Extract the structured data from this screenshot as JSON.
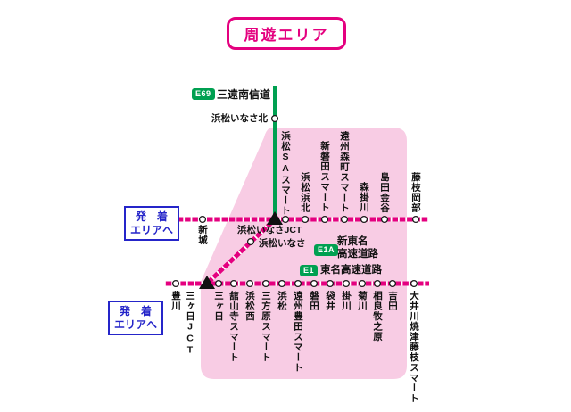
{
  "title": "周遊エリア",
  "colors": {
    "route_magenta": "#e4007f",
    "tour_area_pink": "#f8cce4",
    "road_green": "#00a051",
    "hub_blue": "#2525c9"
  },
  "roads": {
    "sanen": {
      "badge": "E69",
      "name": "三遠南信道"
    },
    "shintomei": {
      "badge": "E1A",
      "name_line1": "新東名",
      "name_line2": "高速道路"
    },
    "tomei": {
      "badge": "E1",
      "name": "東名高速道路"
    }
  },
  "hub": {
    "line1": "発　着",
    "line2": "エリアへ"
  },
  "stations": {
    "sanen": [
      "浜松いなさ北"
    ],
    "shintomei": [
      "新城",
      "浜松いなさJCT",
      "浜松いなさ",
      "浜松SAスマート",
      "浜松浜北",
      "新磐田スマート",
      "遠州森町スマート",
      "森掛川",
      "島田金谷",
      "藤枝岡部"
    ],
    "tomei": [
      "豊川",
      "三ヶ日JCT",
      "三ヶ日",
      "舘山寺スマート",
      "浜松西",
      "三方原スマート",
      "浜松",
      "遠州豊田スマート",
      "磐田",
      "袋井",
      "掛川",
      "菊川",
      "相良牧之原",
      "吉田",
      "大井川焼津藤枝スマート"
    ]
  }
}
